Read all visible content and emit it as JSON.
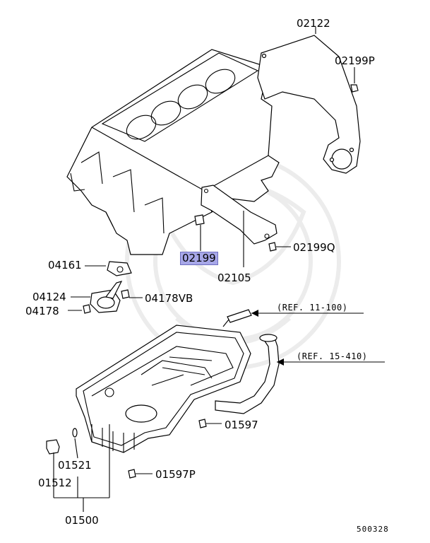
{
  "labels": {
    "p02122": "02122",
    "p02199P": "02199P",
    "p04161": "04161",
    "p02199": "02199",
    "p02105": "02105",
    "p02199Q": "02199Q",
    "p04124": "04124",
    "p04178VB": "04178VB",
    "p04178": "04178",
    "p01597": "01597",
    "p01521": "01521",
    "p01512": "01512",
    "p01597P": "01597P",
    "p01500": "01500"
  },
  "refs": {
    "ref_11_100": "(REF. 11-100)",
    "ref_15_410": "(REF. 15-410)"
  },
  "diagram_code": "500328",
  "highlight": {
    "part": "02199",
    "color": "#a7a7e8"
  }
}
